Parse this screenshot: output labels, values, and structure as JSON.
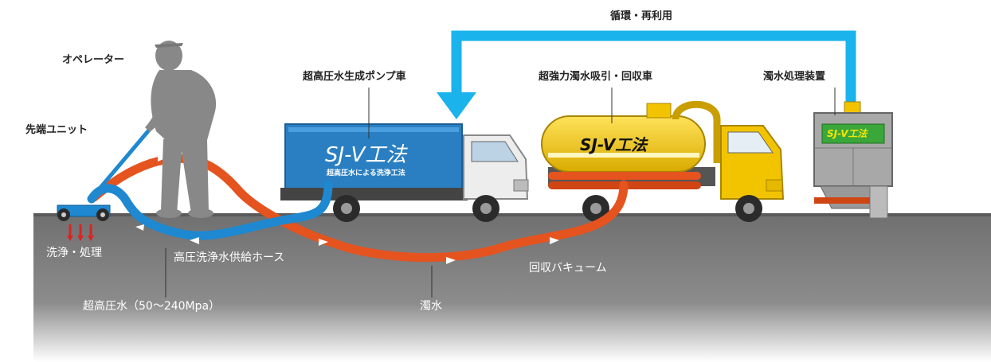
{
  "labels": {
    "recycle": "循環・再利用",
    "operator": "オペレーター",
    "tip_unit": "先端ユニット",
    "pump_truck": "超高圧水生成ポンプ車",
    "vacuum_truck": "超強力濁水吸引・回収車",
    "treatment_unit": "濁水処理装置",
    "washing": "洗浄・処理",
    "hose": "高圧洗浄水供給ホース",
    "pressure": "超高圧水（50～240Mpa）",
    "muddy_water": "濁水",
    "vacuum": "回収バキューム"
  },
  "logos": {
    "pump_truck_logo": "SJ-V工法",
    "pump_truck_sub": "超高圧水による洗浄工法",
    "vacuum_truck_logo": "SJ-V工法",
    "treatment_logo": "SJ-V工法"
  },
  "colors": {
    "supply_line": "#1e88d0",
    "return_line": "#e5531f",
    "recycle_line": "#1ab3ec",
    "ground": "#6e6e6e",
    "pump_truck_body": "#2a7fc2",
    "vacuum_truck_body": "#f2c400",
    "operator": "#888888"
  }
}
